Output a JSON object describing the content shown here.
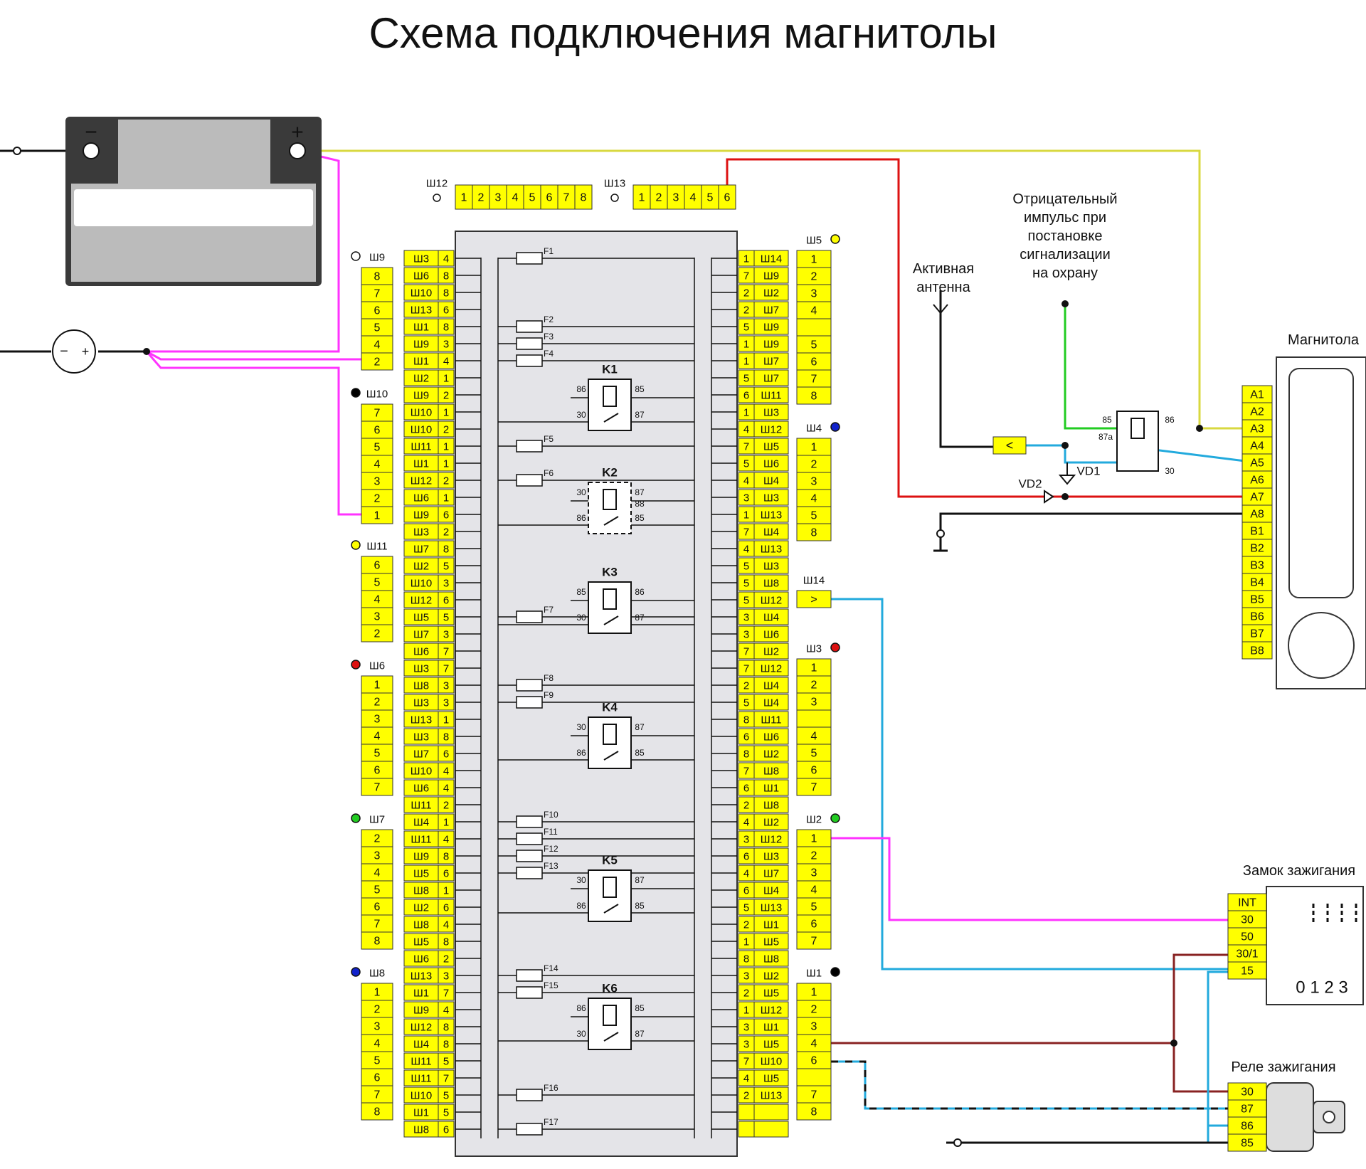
{
  "title": "Схема подключения магнитолы",
  "colors": {
    "pin_fill": "#ffff00",
    "block_fill": "#e4e4e8",
    "wire_yellow": "#d8d840",
    "wire_magenta": "#ff33ff",
    "wire_red": "#dd1111",
    "wire_green": "#22cc22",
    "wire_blue": "#22aadd",
    "wire_brown": "#882222",
    "battery_dark": "#3a3a3a",
    "battery_light": "#bbbbbb"
  },
  "battery": {
    "minus": "−",
    "plus": "+"
  },
  "top_connectors": [
    {
      "id": "Ш12",
      "pins": [
        "1",
        "2",
        "3",
        "4",
        "5",
        "6",
        "7",
        "8"
      ]
    },
    {
      "id": "Ш13",
      "pins": [
        "1",
        "2",
        "3",
        "4",
        "5",
        "6"
      ]
    }
  ],
  "left_connectors": [
    {
      "id": "Ш9",
      "dot": "#ffffff",
      "pins": [
        "8",
        "7",
        "6",
        "5",
        "4",
        "2"
      ]
    },
    {
      "id": "Ш10",
      "dot": "#000000",
      "pins": [
        "7",
        "6",
        "5",
        "4",
        "3",
        "2",
        "1"
      ]
    },
    {
      "id": "Ш11",
      "dot": "#ffff00",
      "pins": [
        "6",
        "5",
        "4",
        "3",
        "2"
      ]
    },
    {
      "id": "Ш6",
      "dot": "#dd1111",
      "pins": [
        "1",
        "2",
        "3",
        "4",
        "5",
        "6",
        "7"
      ]
    },
    {
      "id": "Ш7",
      "dot": "#22cc22",
      "pins": [
        "2",
        "3",
        "4",
        "5",
        "6",
        "7",
        "8"
      ]
    },
    {
      "id": "Ш8",
      "dot": "#1122cc",
      "pins": [
        "1",
        "2",
        "3",
        "4",
        "5",
        "6",
        "7",
        "8"
      ]
    }
  ],
  "right_connectors": [
    {
      "id": "Ш5",
      "dot": "#ffff00",
      "pins": [
        "1",
        "2",
        "3",
        "4",
        "",
        "5",
        "6",
        "7",
        "8"
      ]
    },
    {
      "id": "Ш4",
      "dot": "#1122cc",
      "pins": [
        "1",
        "2",
        "3",
        "4",
        "5",
        "8"
      ]
    },
    {
      "id": "Ш14",
      "dot": "",
      "pins": [
        ">"
      ]
    },
    {
      "id": "Ш3",
      "dot": "#dd1111",
      "pins": [
        "1",
        "2",
        "3",
        "",
        "4",
        "5",
        "6",
        "7"
      ]
    },
    {
      "id": "Ш2",
      "dot": "#22cc22",
      "pins": [
        "1",
        "2",
        "3",
        "4",
        "5",
        "6",
        "7"
      ]
    },
    {
      "id": "Ш1",
      "dot": "#000000",
      "pins": [
        "1",
        "2",
        "3",
        "4",
        "6",
        "",
        "7",
        "8"
      ]
    }
  ],
  "left_column": [
    [
      "Ш3",
      "4"
    ],
    [
      "Ш6",
      "8"
    ],
    [
      "Ш10",
      "8"
    ],
    [
      "Ш13",
      "6"
    ],
    [
      "Ш1",
      "8"
    ],
    [
      "Ш9",
      "3"
    ],
    [
      "Ш1",
      "4"
    ],
    [
      "Ш2",
      "1"
    ],
    [
      "Ш9",
      "2"
    ],
    [
      "Ш10",
      "1"
    ],
    [
      "Ш10",
      "2"
    ],
    [
      "Ш11",
      "1"
    ],
    [
      "Ш1",
      "1"
    ],
    [
      "Ш12",
      "2"
    ],
    [
      "Ш6",
      "1"
    ],
    [
      "Ш9",
      "6"
    ],
    [
      "Ш3",
      "2"
    ],
    [
      "Ш7",
      "8"
    ],
    [
      "Ш2",
      "5"
    ],
    [
      "Ш10",
      "3"
    ],
    [
      "Ш12",
      "6"
    ],
    [
      "Ш5",
      "5"
    ],
    [
      "Ш7",
      "3"
    ],
    [
      "Ш6",
      "7"
    ],
    [
      "Ш3",
      "7"
    ],
    [
      "Ш8",
      "3"
    ],
    [
      "Ш3",
      "3"
    ],
    [
      "Ш13",
      "1"
    ],
    [
      "Ш3",
      "8"
    ],
    [
      "Ш7",
      "6"
    ],
    [
      "Ш10",
      "4"
    ],
    [
      "Ш6",
      "4"
    ],
    [
      "Ш11",
      "2"
    ],
    [
      "Ш4",
      "1"
    ],
    [
      "Ш11",
      "4"
    ],
    [
      "Ш9",
      "8"
    ],
    [
      "Ш5",
      "6"
    ],
    [
      "Ш8",
      "1"
    ],
    [
      "Ш2",
      "6"
    ],
    [
      "Ш8",
      "4"
    ],
    [
      "Ш5",
      "8"
    ],
    [
      "Ш6",
      "2"
    ],
    [
      "Ш13",
      "3"
    ],
    [
      "Ш1",
      "7"
    ],
    [
      "Ш9",
      "4"
    ],
    [
      "Ш12",
      "8"
    ],
    [
      "Ш4",
      "8"
    ],
    [
      "Ш11",
      "5"
    ],
    [
      "Ш11",
      "7"
    ],
    [
      "Ш10",
      "5"
    ],
    [
      "Ш1",
      "5"
    ],
    [
      "Ш8",
      "6"
    ]
  ],
  "right_column": [
    [
      "1",
      "Ш14"
    ],
    [
      "7",
      "Ш9"
    ],
    [
      "2",
      "Ш2"
    ],
    [
      "2",
      "Ш7"
    ],
    [
      "5",
      "Ш9"
    ],
    [
      "1",
      "Ш9"
    ],
    [
      "1",
      "Ш7"
    ],
    [
      "5",
      "Ш7"
    ],
    [
      "6",
      "Ш11"
    ],
    [
      "1",
      "Ш3"
    ],
    [
      "4",
      "Ш12"
    ],
    [
      "7",
      "Ш5"
    ],
    [
      "5",
      "Ш6"
    ],
    [
      "4",
      "Ш4"
    ],
    [
      "3",
      "Ш3"
    ],
    [
      "1",
      "Ш13"
    ],
    [
      "7",
      "Ш4"
    ],
    [
      "4",
      "Ш13"
    ],
    [
      "5",
      "Ш3"
    ],
    [
      "5",
      "Ш8"
    ],
    [
      "5",
      "Ш12"
    ],
    [
      "3",
      "Ш4"
    ],
    [
      "3",
      "Ш6"
    ],
    [
      "7",
      "Ш2"
    ],
    [
      "7",
      "Ш12"
    ],
    [
      "2",
      "Ш4"
    ],
    [
      "5",
      "Ш4"
    ],
    [
      "8",
      "Ш11"
    ],
    [
      "6",
      "Ш6"
    ],
    [
      "8",
      "Ш2"
    ],
    [
      "7",
      "Ш8"
    ],
    [
      "6",
      "Ш1"
    ],
    [
      "2",
      "Ш8"
    ],
    [
      "4",
      "Ш2"
    ],
    [
      "3",
      "Ш12"
    ],
    [
      "6",
      "Ш3"
    ],
    [
      "4",
      "Ш7"
    ],
    [
      "6",
      "Ш4"
    ],
    [
      "5",
      "Ш13"
    ],
    [
      "2",
      "Ш1"
    ],
    [
      "1",
      "Ш5"
    ],
    [
      "8",
      "Ш8"
    ],
    [
      "3",
      "Ш2"
    ],
    [
      "2",
      "Ш5"
    ],
    [
      "1",
      "Ш12"
    ],
    [
      "3",
      "Ш1"
    ],
    [
      "3",
      "Ш5"
    ],
    [
      "7",
      "Ш10"
    ],
    [
      "4",
      "Ш5"
    ],
    [
      "2",
      "Ш13"
    ],
    [
      "",
      ""
    ],
    [
      "",
      ""
    ]
  ],
  "fuses": [
    "F1",
    "F2",
    "F3",
    "F4",
    "F5",
    "F6",
    "F7",
    "F8",
    "F9",
    "F10",
    "F11",
    "F12",
    "F13",
    "F14",
    "F15",
    "F16",
    "F17"
  ],
  "relays": [
    {
      "name": "K1",
      "tl": "86",
      "tr": "85",
      "bl": "30",
      "br": "87"
    },
    {
      "name": "K2",
      "tl": "30",
      "tr": "87",
      "tr2": "88",
      "bl": "86",
      "br": "85"
    },
    {
      "name": "K3",
      "tl": "85",
      "tr": "86",
      "bl": "30",
      "br": "87"
    },
    {
      "name": "K4",
      "tl": "30",
      "tr": "87",
      "bl": "86",
      "br": "85"
    },
    {
      "name": "K5",
      "tl": "30",
      "tr": "87",
      "bl": "86",
      "br": "85"
    },
    {
      "name": "K6",
      "tl": "86",
      "tr": "85",
      "bl": "30",
      "br": "87"
    }
  ],
  "labels": {
    "active_antenna": [
      "Активная",
      "антенна"
    ],
    "negative_pulse": [
      "Отрицательный",
      "импульс при",
      "постановке",
      "сигнализации",
      "на охрану"
    ],
    "head_unit": "Магнитола",
    "vd1": "VD1",
    "vd2": "VD2",
    "relay_85": "85",
    "relay_86": "86",
    "relay_87a": "87а",
    "relay_30": "30",
    "ignition_switch": "Замок зажигания",
    "ignition_relay": "Реле зажигания",
    "switch_positions": "0 1 2 3"
  },
  "head_unit_pins": [
    "A1",
    "A2",
    "A3",
    "A4",
    "A5",
    "A6",
    "A7",
    "A8",
    "B1",
    "B2",
    "B3",
    "B4",
    "B5",
    "B6",
    "B7",
    "B8"
  ],
  "ignition_switch_pins": [
    "INT",
    "30",
    "50",
    "30/1",
    "15"
  ],
  "ignition_relay_pins": [
    "30",
    "87",
    "86",
    "85"
  ]
}
